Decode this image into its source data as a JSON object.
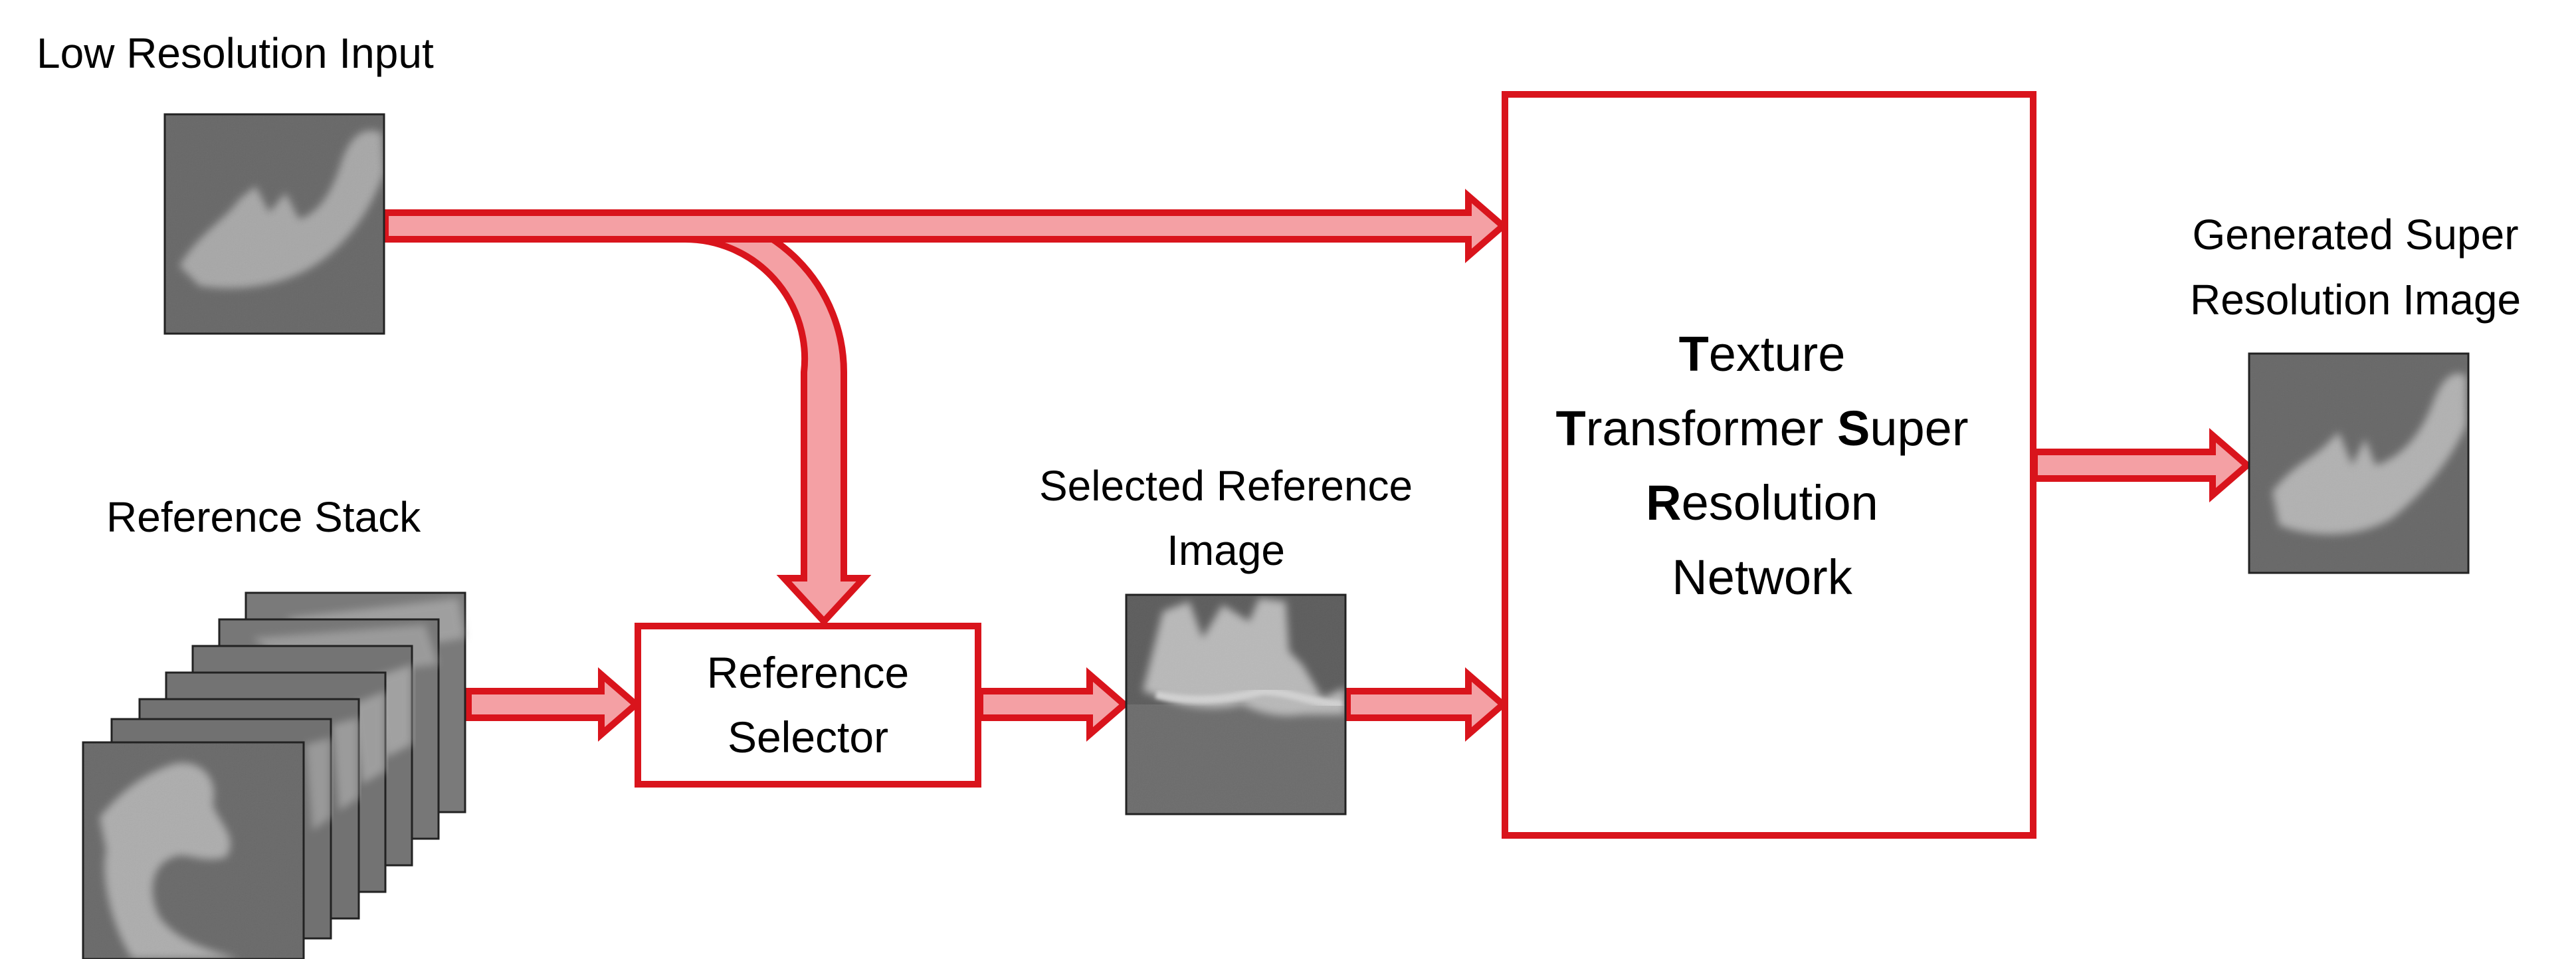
{
  "colors": {
    "accent": "#d9141c",
    "arrow_fill": "#f4a0a4",
    "image_gray": "#6e6e6e"
  },
  "labels": {
    "low_res_input": "Low Resolution Input",
    "reference_stack": "Reference Stack",
    "selected_reference_line1": "Selected Reference",
    "selected_reference_line2": "Image",
    "generated_line1": "Generated Super",
    "generated_line2": "Resolution Image"
  },
  "selector_box": {
    "line1": "Reference",
    "line2": "Selector"
  },
  "network_box": {
    "line1_bold": "T",
    "line1_rest": "exture",
    "line2_bold1": "T",
    "line2_rest1": "ransformer ",
    "line2_bold2": "S",
    "line2_rest2": "uper",
    "line3_bold": "R",
    "line3_rest": "esolution",
    "line4": "Network"
  }
}
